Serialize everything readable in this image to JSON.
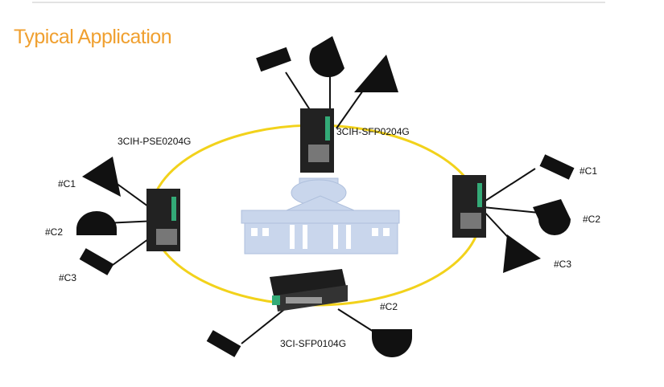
{
  "title": "Typical Application",
  "devices": {
    "top": "3CIH-SFP0204G",
    "left": "3CIH-PSE0204G",
    "bottom": "3CI-SFP0104G"
  },
  "cameras": {
    "left": [
      "#C1",
      "#C2",
      "#C3"
    ],
    "right": [
      "#C1",
      "#C2",
      "#C3"
    ],
    "bottom": [
      "#C2"
    ]
  },
  "colors": {
    "title": "#f0a030",
    "ring": "#f2d21b",
    "building": "#c9d6ec"
  }
}
